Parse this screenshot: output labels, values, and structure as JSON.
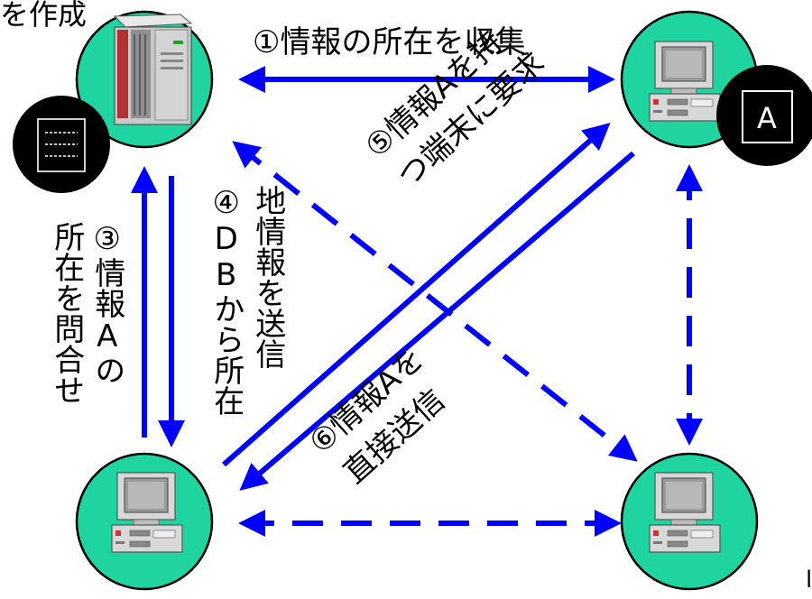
{
  "colors": {
    "node_fill": "#1fd4a0",
    "arrow_blue": "#0000ff",
    "badge_black": "#000000",
    "badge_white": "#ffffff",
    "server_body": "#c8c8c8",
    "pc_body": "#d8d8d8"
  },
  "nodes": [
    {
      "id": "server",
      "kind": "server",
      "label": ""
    },
    {
      "id": "pc-top-right",
      "kind": "pc",
      "label": ""
    },
    {
      "id": "pc-bottom-left",
      "kind": "pc",
      "label": ""
    },
    {
      "id": "pc-bottom-right",
      "kind": "pc",
      "label": ""
    }
  ],
  "badges": {
    "database_icon": "database-list-icon",
    "info_a_letter": "A"
  },
  "labels": {
    "create_text": "を作成",
    "step1": "①情報の所在を収集",
    "step3_col1": "③情報Aの",
    "step3_col2": "所在を問合せ",
    "step4_col1": "④DBから所在",
    "step4_col2": "地情報を送信",
    "step5_line1": "⑤情報Aを持",
    "step5_line2": "つ端末に要求",
    "step6_line1": "⑥情報Aを",
    "step6_line2": "直接送信",
    "corner_mark": "l"
  }
}
